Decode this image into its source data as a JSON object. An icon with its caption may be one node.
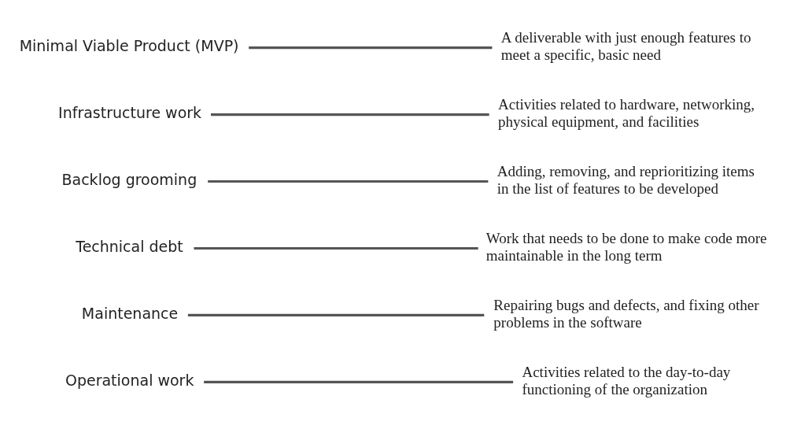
{
  "diagram": {
    "nodes": [
      {
        "text": [
          "Operational work"
        ]
      },
      {
        "text": [
          "Maintenance"
        ]
      },
      {
        "text": [
          "Technical debt"
        ]
      },
      {
        "text": [
          "Backlog grooming"
        ]
      },
      {
        "text": [
          "Infrastructure work"
        ]
      },
      {
        "text": [
          "Minimal Viable Product (MVP)"
        ]
      },
      {
        "text": [
          "Repairing bugs and defects, and fixing other problems in the software"
        ]
      },
      {
        "text": [
          "Activities related to the day-to-day functioning of the organization"
        ]
      },
      {
        "text": [
          "A deliverable with just enough features to meet a specific, basic need"
        ]
      },
      {
        "text": [
          "Activities related to hardware, networking, physical equipment, and facilities"
        ]
      },
      {
        "text": [
          "Work that needs to be done to make code more maintainable in the long term"
        ]
      },
      {
        "text": [
          "Adding, removing, and reprioritizing items in the list of features to be developed"
        ]
      }
    ],
    "edges": [
      {
        "from": 0,
        "to": 7,
        "arrow": "none"
      },
      {
        "from": 1,
        "to": 6,
        "arrow": "none"
      },
      {
        "from": 2,
        "to": 10,
        "arrow": "none"
      },
      {
        "from": 3,
        "to": 11,
        "arrow": "none"
      },
      {
        "from": 4,
        "to": 9,
        "arrow": "none"
      },
      {
        "from": 5,
        "to": 8,
        "arrow": "none"
      }
    ]
  }
}
